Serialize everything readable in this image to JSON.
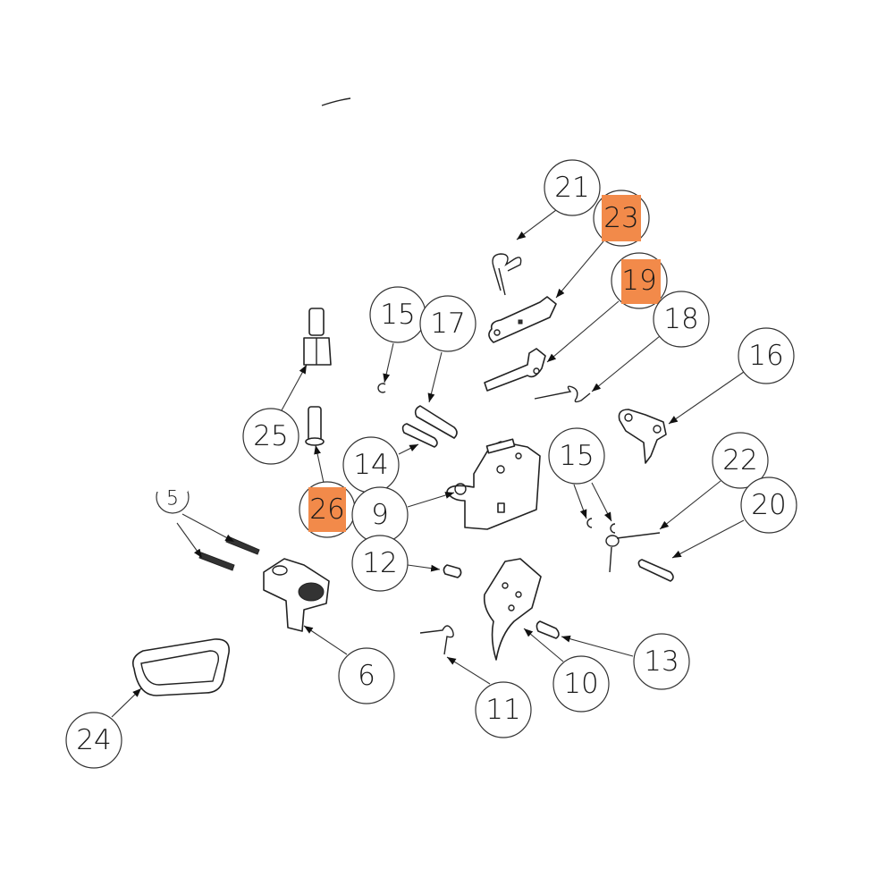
{
  "diagram": {
    "type": "exploded-parts-diagram",
    "highlight_color": "#f28a4a",
    "callouts": [
      {
        "id": "c21",
        "label": "21",
        "highlighted": false
      },
      {
        "id": "c23",
        "label": "23",
        "highlighted": true
      },
      {
        "id": "c19",
        "label": "19",
        "highlighted": true
      },
      {
        "id": "c18",
        "label": "18",
        "highlighted": false
      },
      {
        "id": "c16",
        "label": "16",
        "highlighted": false
      },
      {
        "id": "c15a",
        "label": "15",
        "highlighted": false
      },
      {
        "id": "c17",
        "label": "17",
        "highlighted": false
      },
      {
        "id": "c25",
        "label": "25",
        "highlighted": false
      },
      {
        "id": "c14",
        "label": "14",
        "highlighted": false
      },
      {
        "id": "c26",
        "label": "26",
        "highlighted": true
      },
      {
        "id": "c9",
        "label": "9",
        "highlighted": false
      },
      {
        "id": "c15b",
        "label": "15",
        "highlighted": false
      },
      {
        "id": "c22",
        "label": "22",
        "highlighted": false
      },
      {
        "id": "c20",
        "label": "20",
        "highlighted": false
      },
      {
        "id": "c5",
        "label": "5",
        "highlighted": false
      },
      {
        "id": "c12",
        "label": "12",
        "highlighted": false
      },
      {
        "id": "c6",
        "label": "6",
        "highlighted": false
      },
      {
        "id": "c13",
        "label": "13",
        "highlighted": false
      },
      {
        "id": "c10",
        "label": "10",
        "highlighted": false
      },
      {
        "id": "c11",
        "label": "11",
        "highlighted": false
      },
      {
        "id": "c24",
        "label": "24",
        "highlighted": false
      }
    ]
  }
}
